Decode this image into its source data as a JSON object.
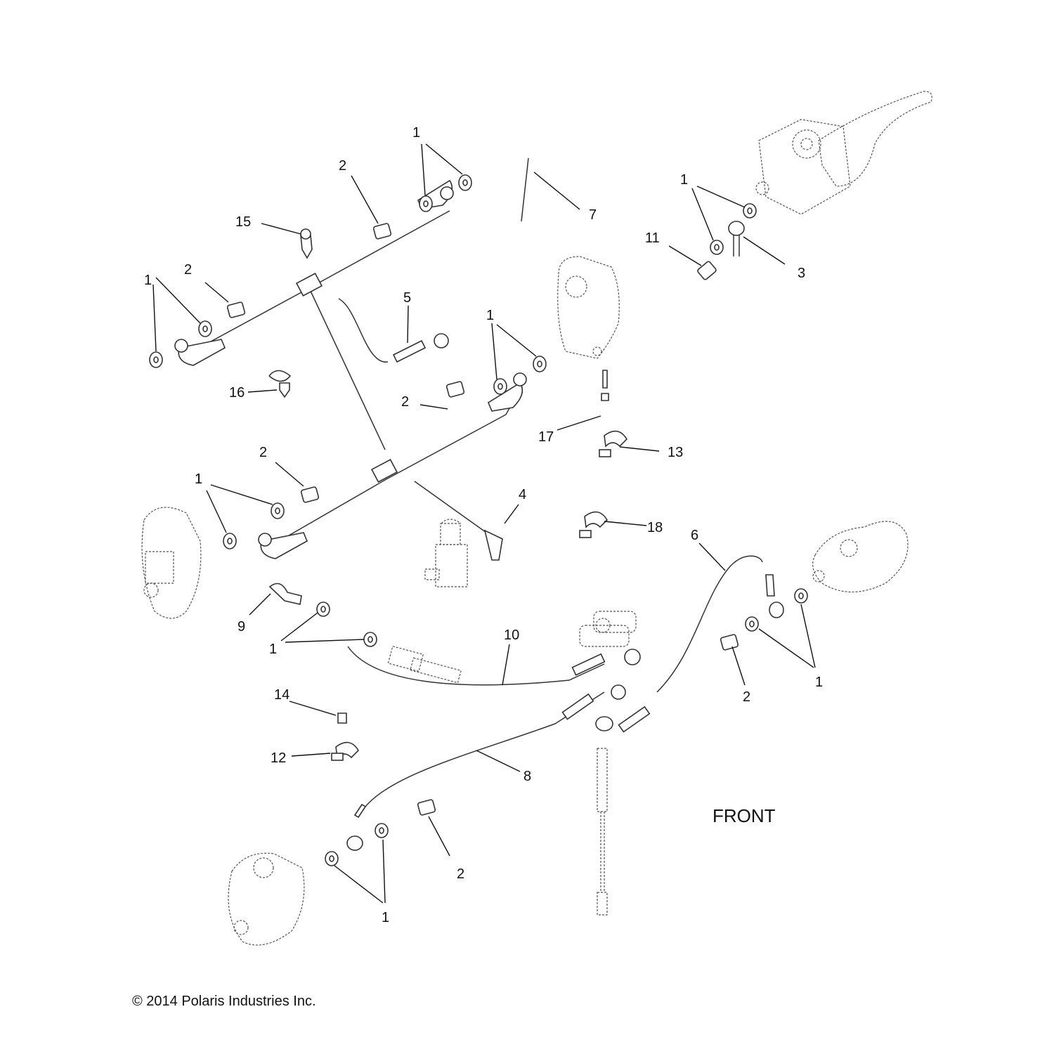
{
  "orientation_label": "FRONT",
  "copyright": "© 2014 Polaris Industries Inc.",
  "callouts": [
    "1",
    "2",
    "15",
    "1",
    "2",
    "1",
    "7",
    "1",
    "11",
    "3",
    "5",
    "16",
    "1",
    "2",
    "17",
    "13",
    "2",
    "1",
    "4",
    "18",
    "6",
    "9",
    "1",
    "10",
    "2",
    "1",
    "14",
    "12",
    "8",
    "2",
    "1"
  ]
}
